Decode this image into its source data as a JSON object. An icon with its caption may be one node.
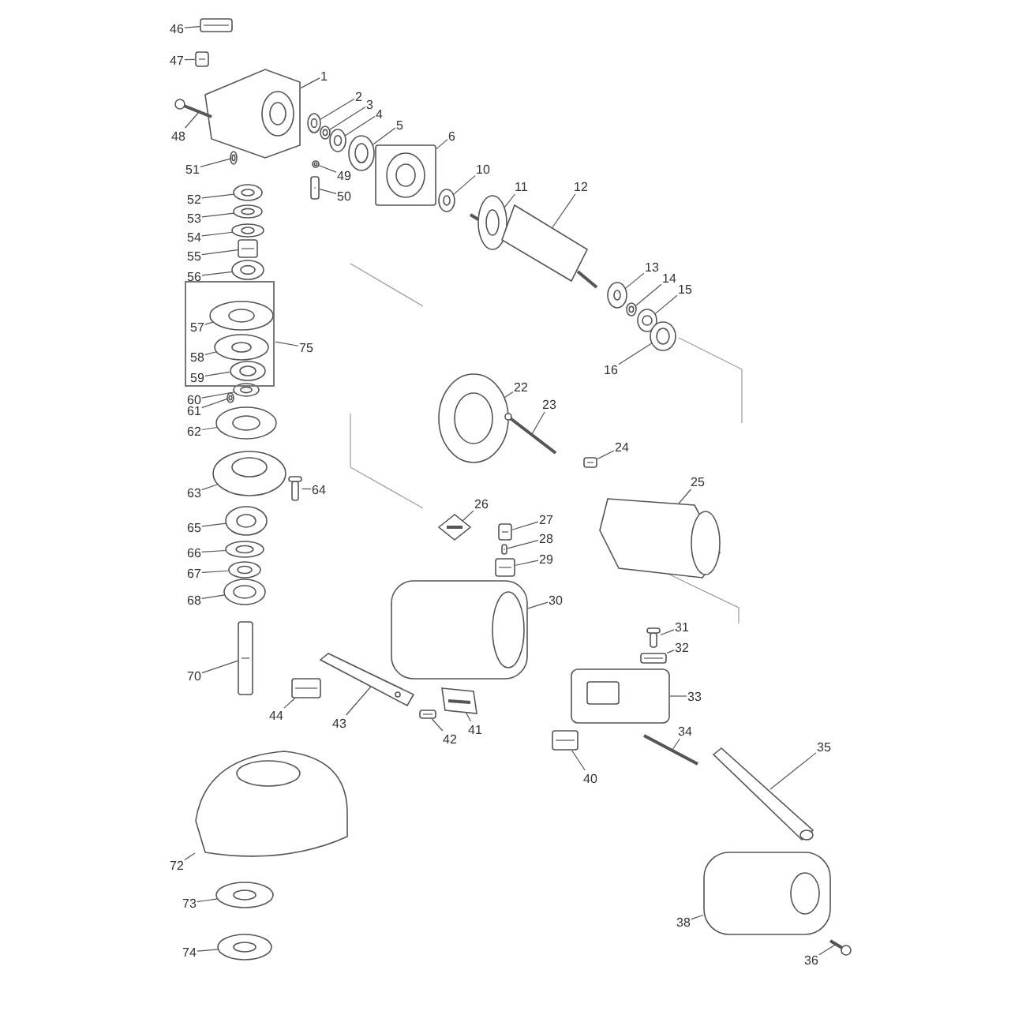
{
  "diagram": {
    "nodes": [
      {
        "text": [
          "46"
        ]
      },
      {
        "text": [
          "47"
        ]
      },
      {
        "text": [
          "1"
        ]
      },
      {
        "text": [
          "2"
        ]
      },
      {
        "text": [
          "3"
        ]
      },
      {
        "text": [
          "4"
        ]
      },
      {
        "text": [
          "5"
        ]
      },
      {
        "text": [
          "48"
        ]
      },
      {
        "text": [
          "6"
        ]
      },
      {
        "text": [
          "10"
        ]
      },
      {
        "text": [
          "51"
        ]
      },
      {
        "text": [
          "49"
        ]
      },
      {
        "text": [
          "11"
        ]
      },
      {
        "text": [
          "50"
        ]
      },
      {
        "text": [
          "52"
        ]
      },
      {
        "text": [
          "12"
        ]
      },
      {
        "text": [
          "53"
        ]
      },
      {
        "text": [
          "54"
        ]
      },
      {
        "text": [
          "55"
        ]
      },
      {
        "text": [
          "13"
        ]
      },
      {
        "text": [
          "14"
        ]
      },
      {
        "text": [
          "15"
        ]
      },
      {
        "text": [
          "56"
        ]
      },
      {
        "text": [],
        "shape": "box"
      },
      {
        "text": [
          "57"
        ],
        "in": 23
      },
      {
        "text": [
          "58"
        ],
        "in": 23
      },
      {
        "text": [
          "59"
        ],
        "in": 23
      },
      {
        "text": [
          "75"
        ]
      },
      {
        "text": [
          "16"
        ]
      },
      {
        "text": [
          "22"
        ]
      },
      {
        "text": [
          "23"
        ]
      },
      {
        "text": [
          "60"
        ]
      },
      {
        "text": [
          "61"
        ]
      },
      {
        "text": [
          "62"
        ]
      },
      {
        "text": [
          "24"
        ]
      },
      {
        "text": [
          "63"
        ]
      },
      {
        "text": [
          "64"
        ]
      },
      {
        "text": [
          "25"
        ]
      },
      {
        "text": [
          "26"
        ]
      },
      {
        "text": [
          "27"
        ]
      },
      {
        "text": [
          "65"
        ]
      },
      {
        "text": [
          "28"
        ]
      },
      {
        "text": [
          "66"
        ]
      },
      {
        "text": [
          "29"
        ]
      },
      {
        "text": [
          "67"
        ]
      },
      {
        "text": [
          "68"
        ]
      },
      {
        "text": [
          "30"
        ]
      },
      {
        "text": [
          "31"
        ]
      },
      {
        "text": [
          "32"
        ]
      },
      {
        "text": [
          "70"
        ]
      },
      {
        "text": [
          "33"
        ]
      },
      {
        "text": [
          "44"
        ]
      },
      {
        "text": [
          "43"
        ]
      },
      {
        "text": [
          "34"
        ]
      },
      {
        "text": [
          "41"
        ]
      },
      {
        "text": [
          "42"
        ]
      },
      {
        "text": [
          "35"
        ]
      },
      {
        "text": [
          "40"
        ]
      },
      {
        "text": [
          "72"
        ]
      },
      {
        "text": [
          "73"
        ]
      },
      {
        "text": [
          "38"
        ]
      },
      {
        "text": [
          "36"
        ]
      },
      {
        "text": [
          "74"
        ]
      },
      {
        "text": [],
        "shape": "picture"
      },
      {
        "text": [],
        "shape": "picture"
      },
      {
        "text": [],
        "shape": "picture"
      },
      {
        "text": [],
        "shape": "picture"
      },
      {
        "text": [],
        "shape": "picture"
      },
      {
        "text": [],
        "shape": "picture"
      },
      {
        "text": [],
        "shape": "picture"
      },
      {
        "text": [],
        "shape": "picture"
      },
      {
        "text": [],
        "shape": "picture"
      },
      {
        "text": [],
        "shape": "picture"
      },
      {
        "text": [],
        "shape": "picture"
      },
      {
        "text": [],
        "shape": "picture"
      },
      {
        "text": [],
        "shape": "picture"
      },
      {
        "text": [],
        "shape": "picture"
      },
      {
        "text": [],
        "shape": "picture"
      },
      {
        "text": [],
        "shape": "picture"
      },
      {
        "text": [],
        "shape": "picture"
      },
      {
        "text": [],
        "shape": "picture"
      },
      {
        "text": [],
        "shape": "picture"
      },
      {
        "text": [],
        "shape": "picture"
      },
      {
        "text": [],
        "shape": "picture"
      },
      {
        "text": [],
        "shape": "picture"
      },
      {
        "text": [],
        "shape": "picture"
      },
      {
        "text": [],
        "shape": "picture",
        "in": 23
      },
      {
        "text": [],
        "shape": "picture",
        "in": 23
      },
      {
        "text": [],
        "shape": "picture",
        "in": 23
      },
      {
        "text": [],
        "shape": "picture"
      },
      {
        "text": [],
        "shape": "picture"
      },
      {
        "text": [],
        "shape": "picture"
      },
      {
        "text": [],
        "shape": "picture"
      },
      {
        "text": [],
        "shape": "picture"
      },
      {
        "text": [],
        "shape": "picture"
      },
      {
        "text": [],
        "shape": "picture"
      },
      {
        "text": [],
        "shape": "picture"
      },
      {
        "text": [],
        "shape": "picture"
      },
      {
        "text": [],
        "shape": "picture"
      },
      {
        "text": [],
        "shape": "picture"
      },
      {
        "text": [],
        "shape": "picture"
      },
      {
        "text": [],
        "shape": "picture"
      },
      {
        "text": [],
        "shape": "picture"
      },
      {
        "text": [],
        "shape": "picture"
      },
      {
        "text": [],
        "shape": "picture"
      },
      {
        "text": [],
        "shape": "picture"
      },
      {
        "text": [],
        "shape": "picture"
      },
      {
        "text": [],
        "shape": "picture"
      },
      {
        "text": [],
        "shape": "picture"
      },
      {
        "text": [],
        "shape": "picture"
      },
      {
        "text": [],
        "shape": "picture"
      },
      {
        "text": [],
        "shape": "picture"
      },
      {
        "text": [],
        "shape": "picture"
      },
      {
        "text": [],
        "shape": "picture"
      },
      {
        "text": [],
        "shape": "picture"
      },
      {
        "text": [],
        "shape": "picture"
      },
      {
        "text": [],
        "shape": "picture"
      },
      {
        "text": [],
        "shape": "picture"
      },
      {
        "text": [],
        "shape": "picture"
      },
      {
        "text": [],
        "shape": "picture"
      },
      {
        "text": [],
        "shape": "picture"
      },
      {
        "text": [],
        "shape": "picture"
      },
      {
        "text": [],
        "shape": "picture"
      },
      {
        "text": [],
        "shape": "picture"
      }
    ],
    "edges": [
      {
        "from": 0,
        "to": 63,
        "arrow": "none"
      },
      {
        "from": 1,
        "to": 64,
        "arrow": "none"
      },
      {
        "from": 2,
        "to": 65,
        "arrow": "none"
      },
      {
        "from": 3,
        "to": 66,
        "arrow": "none"
      },
      {
        "from": 4,
        "to": 67,
        "arrow": "none"
      },
      {
        "from": 5,
        "to": 68,
        "arrow": "none"
      },
      {
        "from": 6,
        "to": 69,
        "arrow": "none"
      },
      {
        "from": 7,
        "to": 70,
        "arrow": "none"
      },
      {
        "from": 8,
        "to": 71,
        "arrow": "none"
      },
      {
        "from": 9,
        "to": 72,
        "arrow": "none"
      },
      {
        "from": 10,
        "to": 73,
        "arrow": "none"
      },
      {
        "from": 11,
        "to": 74,
        "arrow": "none"
      },
      {
        "from": 12,
        "to": 75,
        "arrow": "none"
      },
      {
        "from": 13,
        "to": 76,
        "arrow": "none"
      },
      {
        "from": 14,
        "to": 77,
        "arrow": "none"
      },
      {
        "from": 15,
        "to": 78,
        "arrow": "none"
      },
      {
        "from": 16,
        "to": 79,
        "arrow": "none"
      },
      {
        "from": 17,
        "to": 80,
        "arrow": "none"
      },
      {
        "from": 18,
        "to": 81,
        "arrow": "none"
      },
      {
        "from": 19,
        "to": 82,
        "arrow": "none"
      },
      {
        "from": 20,
        "to": 83,
        "arrow": "none"
      },
      {
        "from": 21,
        "to": 84,
        "arrow": "none"
      },
      {
        "from": 22,
        "to": 85,
        "arrow": "none"
      },
      {
        "from": 24,
        "to": 86,
        "arrow": "none"
      },
      {
        "from": 25,
        "to": 87,
        "arrow": "none"
      },
      {
        "from": 26,
        "to": 88,
        "arrow": "none"
      },
      {
        "from": 27,
        "to": 23,
        "arrow": "none"
      },
      {
        "from": 28,
        "to": 89,
        "arrow": "none"
      },
      {
        "from": 29,
        "to": 90,
        "arrow": "none"
      },
      {
        "from": 30,
        "to": 91,
        "arrow": "none"
      },
      {
        "from": 31,
        "to": 92,
        "arrow": "none"
      },
      {
        "from": 32,
        "to": 93,
        "arrow": "none"
      },
      {
        "from": 33,
        "to": 94,
        "arrow": "none"
      },
      {
        "from": 34,
        "to": 95,
        "arrow": "none"
      },
      {
        "from": 35,
        "to": 96,
        "arrow": "none"
      },
      {
        "from": 36,
        "to": 97,
        "arrow": "none"
      },
      {
        "from": 37,
        "to": 98,
        "arrow": "none"
      },
      {
        "from": 38,
        "to": 99,
        "arrow": "none"
      },
      {
        "from": 39,
        "to": 100,
        "arrow": "none"
      },
      {
        "from": 40,
        "to": 101,
        "arrow": "none"
      },
      {
        "from": 41,
        "to": 102,
        "arrow": "none"
      },
      {
        "from": 42,
        "to": 103,
        "arrow": "none"
      },
      {
        "from": 43,
        "to": 104,
        "arrow": "none"
      },
      {
        "from": 44,
        "to": 105,
        "arrow": "none"
      },
      {
        "from": 45,
        "to": 106,
        "arrow": "none"
      },
      {
        "from": 46,
        "to": 107,
        "arrow": "none"
      },
      {
        "from": 47,
        "to": 108,
        "arrow": "none"
      },
      {
        "from": 48,
        "to": 109,
        "arrow": "none"
      },
      {
        "from": 49,
        "to": 110,
        "arrow": "none"
      },
      {
        "from": 50,
        "to": 111,
        "arrow": "none"
      },
      {
        "from": 51,
        "to": 112,
        "arrow": "none"
      },
      {
        "from": 52,
        "to": 113,
        "arrow": "none"
      },
      {
        "from": 53,
        "to": 114,
        "arrow": "none"
      },
      {
        "from": 54,
        "to": 115,
        "arrow": "none"
      },
      {
        "from": 55,
        "to": 116,
        "arrow": "none"
      },
      {
        "from": 56,
        "to": 117,
        "arrow": "none"
      },
      {
        "from": 57,
        "to": 118,
        "arrow": "none"
      },
      {
        "from": 58,
        "to": 119,
        "arrow": "none"
      },
      {
        "from": 59,
        "to": 120,
        "arrow": "none"
      },
      {
        "from": 60,
        "to": 121,
        "arrow": "none"
      },
      {
        "from": 61,
        "to": 122,
        "arrow": "none"
      },
      {
        "from": 62,
        "to": 123,
        "arrow": "none"
      }
    ]
  }
}
